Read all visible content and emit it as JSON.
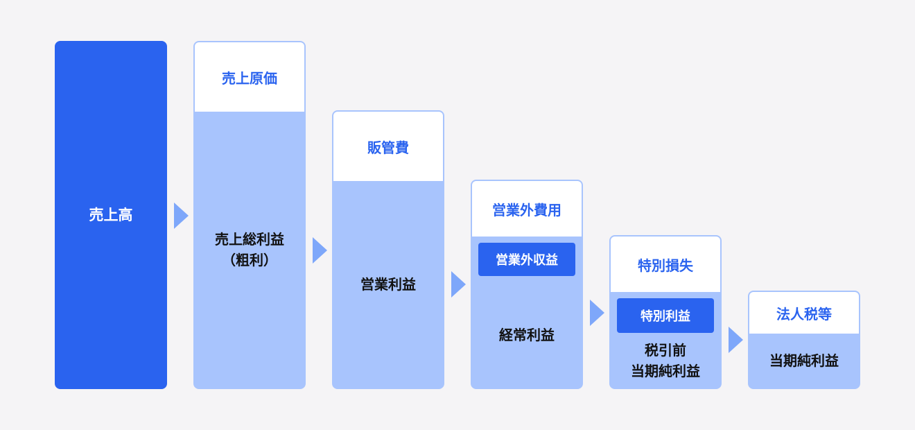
{
  "columns": [
    {
      "body": "売上高"
    },
    {
      "head": "売上原価",
      "body_line1": "売上総利益",
      "body_line2": "（粗利）"
    },
    {
      "head": "販管費",
      "body": "営業利益"
    },
    {
      "head": "営業外費用",
      "inner": "営業外収益",
      "body": "経常利益"
    },
    {
      "head": "特別損失",
      "inner": "特別利益",
      "body_line1": "税引前",
      "body_line2": "当期純利益"
    },
    {
      "head": "法人税等",
      "body": "当期純利益"
    }
  ],
  "colors": {
    "background": "#f5f4f6",
    "primary_blue": "#2a63ef",
    "light_blue": "#a8c4fd",
    "arrow_blue": "#7ea7fa",
    "header_white": "#ffffff"
  }
}
